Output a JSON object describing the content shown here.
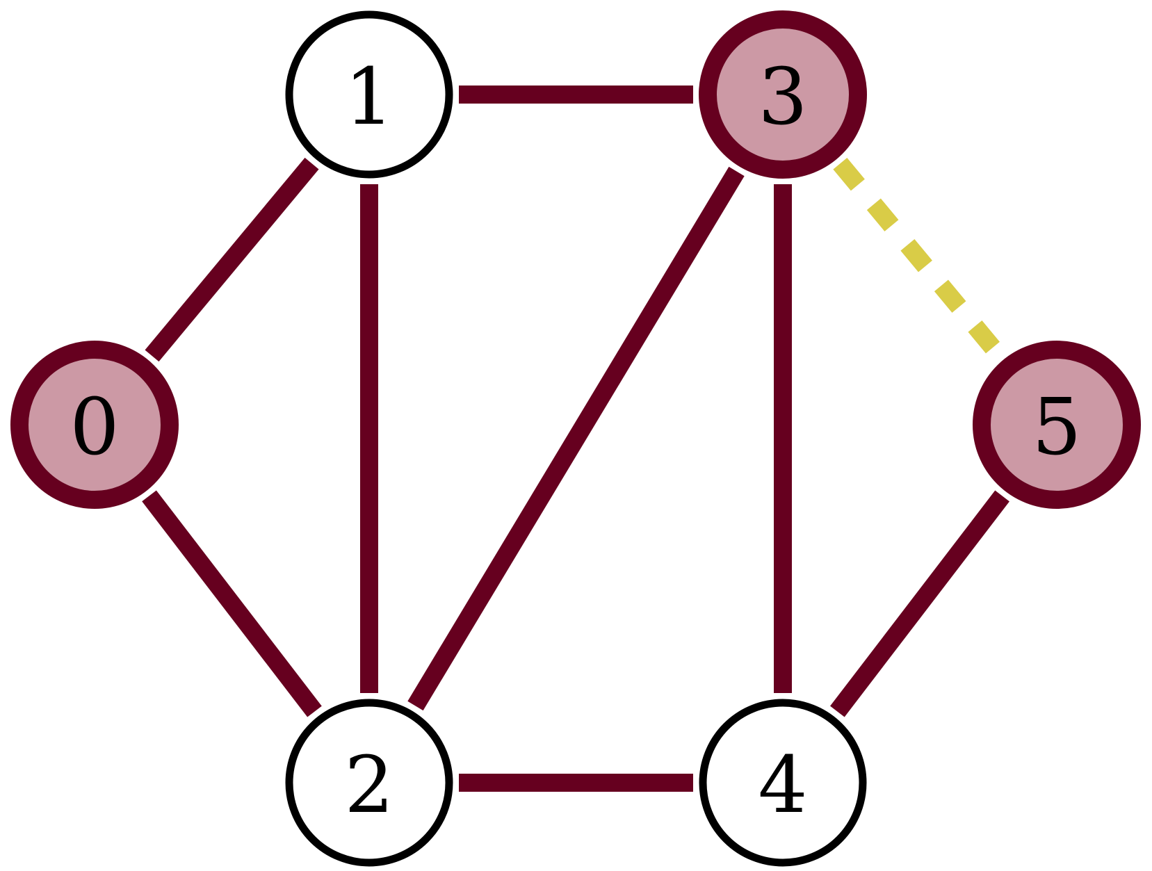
{
  "colors": {
    "edge": "#66001f",
    "highlight_fill": "#cc99a5",
    "plain_fill": "#ffffff",
    "plain_stroke": "#000000",
    "dashed_edge": "#d9cc47"
  },
  "nodes": [
    {
      "id": "0",
      "label": "0",
      "highlighted": true
    },
    {
      "id": "1",
      "label": "1",
      "highlighted": false
    },
    {
      "id": "2",
      "label": "2",
      "highlighted": false
    },
    {
      "id": "3",
      "label": "3",
      "highlighted": true
    },
    {
      "id": "4",
      "label": "4",
      "highlighted": false
    },
    {
      "id": "5",
      "label": "5",
      "highlighted": true
    }
  ],
  "edges": [
    {
      "from": "0",
      "to": "1",
      "style": "solid"
    },
    {
      "from": "0",
      "to": "2",
      "style": "solid"
    },
    {
      "from": "1",
      "to": "2",
      "style": "solid"
    },
    {
      "from": "1",
      "to": "3",
      "style": "solid"
    },
    {
      "from": "2",
      "to": "3",
      "style": "solid"
    },
    {
      "from": "2",
      "to": "4",
      "style": "solid"
    },
    {
      "from": "3",
      "to": "4",
      "style": "solid"
    },
    {
      "from": "4",
      "to": "5",
      "style": "solid"
    },
    {
      "from": "3",
      "to": "5",
      "style": "dashed"
    }
  ]
}
